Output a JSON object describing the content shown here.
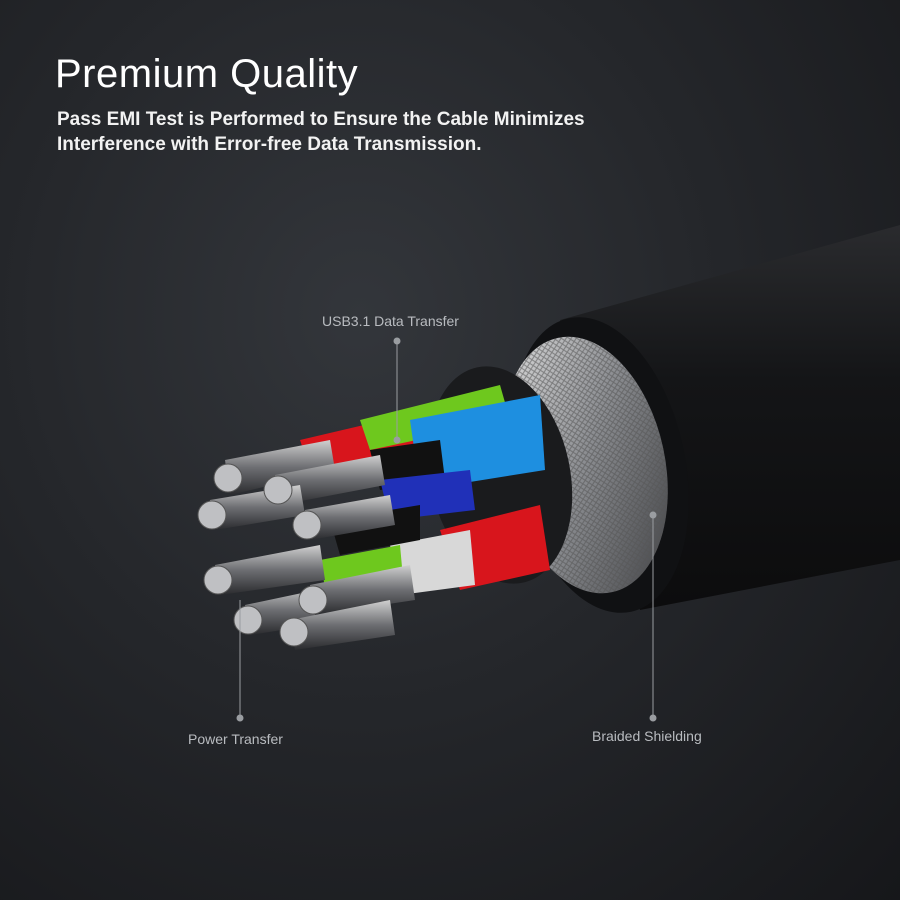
{
  "header": {
    "title": "Premium Quality",
    "subtitle": "Pass EMI Test is Performed to Ensure the Cable Minimizes Interference with Error-free Data Transmission."
  },
  "callouts": {
    "usb": "USB3.1 Data Transfer",
    "power": "Power Transfer",
    "braid": "Braided Shielding"
  },
  "colors": {
    "wire_red": "#d8151c",
    "wire_green": "#6ec81e",
    "wire_blue": "#1e8fe0",
    "wire_navy": "#2030b8",
    "wire_white": "#d8d8d8",
    "jacket": "#121315"
  }
}
